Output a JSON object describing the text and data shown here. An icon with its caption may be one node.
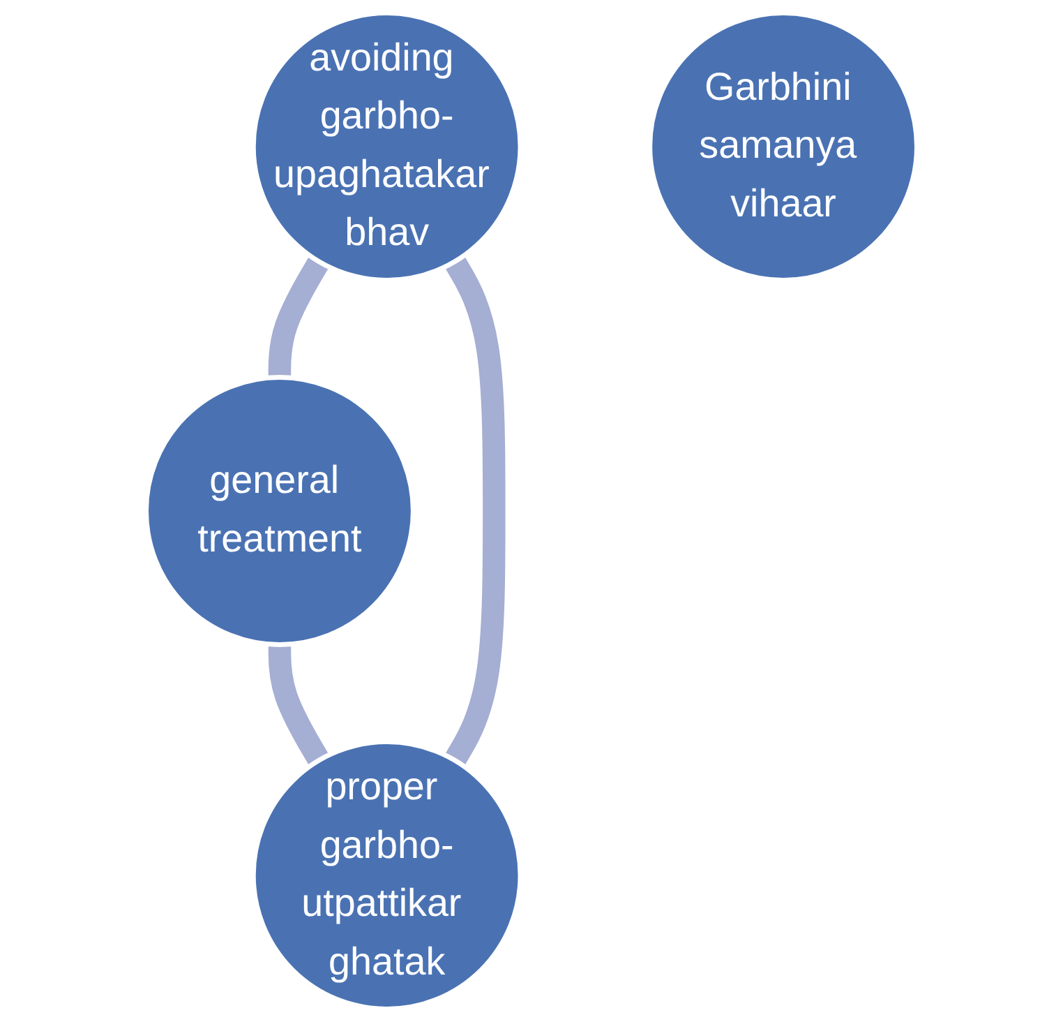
{
  "diagram": {
    "nodes": [
      {
        "text": [
          "avoiding garbho-upaghatakar bhav"
        ]
      },
      {
        "text": [
          "Garbhini samanya vihaar"
        ]
      },
      {
        "text": [
          "proper garbho-utpattikar ghatak"
        ]
      },
      {
        "text": [
          "general treatment"
        ]
      }
    ],
    "edges": [
      {
        "from": 0,
        "to": 3,
        "arrow": "none"
      },
      {
        "from": 3,
        "to": 2,
        "arrow": "none"
      },
      {
        "from": 2,
        "to": 0,
        "arrow": "none"
      }
    ]
  }
}
